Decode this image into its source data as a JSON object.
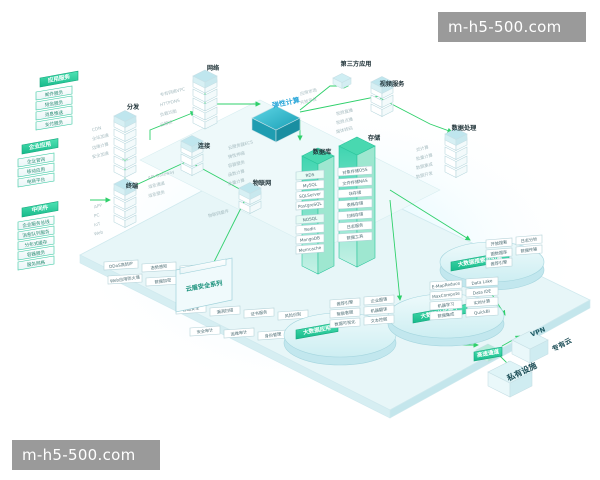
{
  "watermarks": {
    "top": "m-h5-500.com",
    "bottom": "m-h5-500.com"
  },
  "left_groups": [
    {
      "title": "应用服务",
      "items": [
        "邮件服务",
        "短信服务",
        "消息推送",
        "支付服务"
      ]
    },
    {
      "title": "企业应用",
      "items": [
        "企业官网",
        "移动应用",
        "电商平台"
      ]
    },
    {
      "title": "中间件",
      "items": [
        "企业服务总线",
        "消息队列服务",
        "分布式缓存",
        "容器服务",
        "服务网格"
      ]
    }
  ],
  "tower_labels": {
    "network": "网络",
    "distribution": "分发",
    "connection": "连接",
    "terminal": "终端",
    "iot": "物联网",
    "third_party": "第三方应用",
    "video": "视频服务",
    "data_processing": "数据处理",
    "elastic_compute": "弹性计算",
    "database": "数据库",
    "storage": "存储"
  },
  "blurred_labels": {
    "network": [
      "专有网络VPC",
      "HTTPDNS",
      "负载均衡",
      "云解析"
    ],
    "distribution": [
      "CDN",
      "全站加速",
      "边缘计算",
      "安全加速"
    ],
    "connection": [
      "API Gateway",
      "消息通道",
      "消息服务"
    ],
    "terminal": [
      "APP",
      "PC",
      "IoT",
      "Web"
    ],
    "iot": [
      "物联网套件"
    ],
    "video": [
      "视频直播",
      "视频点播",
      "媒体转码"
    ],
    "data_processing": [
      "流计算",
      "批量计算",
      "数据集成",
      "数据开发"
    ],
    "elastic_compute": [
      "云服务器ECS",
      "弹性伸缩",
      "容器服务",
      "函数计算",
      "批量计算"
    ],
    "database": [
      "RDS",
      "MySQL",
      "SQLServer",
      "PostgreSQL",
      "NOSQL",
      "Redis",
      "MongoDB",
      "Memcache"
    ],
    "storage": [
      "对象存储OSS",
      "文件存储NAS",
      "块存储",
      "表格存储",
      "归档存储",
      "日志服务",
      "数据工具"
    ],
    "third_party": [
      "应用市场",
      "开放平台"
    ]
  },
  "platform_rows": {
    "row1": [
      "DDoS高防IP",
      "态势感知",
      "网络防火墙"
    ],
    "row2": [
      "Web应用防火墙",
      "数据加密",
      "主机安全"
    ],
    "row3": [
      "移动安全",
      "漏洞扫描",
      "证书服务",
      "风险识别"
    ],
    "row4": [
      "安全审计",
      "运维审计",
      "身份管理",
      "访问控制",
      "内容安全",
      "云盾服务"
    ]
  },
  "platform_panel_title": "云盾安全系列",
  "pods": {
    "big_data_apps": {
      "title": "大数据应用",
      "items": [
        "推荐引擎",
        "企业图谱",
        "智能客服",
        "机器翻译",
        "数据可视化",
        "文本挖掘"
      ]
    },
    "big_data_analytics": {
      "title": "大数据分析加工",
      "items": [
        "E-MapReduce",
        "Data Lake",
        "MaxCompute",
        "Data IDE",
        "机器学习",
        "实时计算",
        "数据集成",
        "QuickBI"
      ]
    },
    "big_data_search": {
      "title": "大数据搜索及引擎",
      "items": [
        "开放搜索",
        "日志分析",
        "图数据库",
        "数据传输",
        "推荐引擎"
      ]
    }
  },
  "bottom_right": {
    "vpn": "VPN",
    "private_cloud": "专有云",
    "express_channel": "高速通道",
    "private_facilities": "私有设施"
  },
  "colors": {
    "accent": "#2fd3a1",
    "accent_dark": "#16b183",
    "teal": "#1fb6c6",
    "link": "#2fd06b",
    "platform": "#e7f6f8",
    "platform_edge": "#cfe9ee",
    "tile": "#f7fbfc",
    "tile_stroke": "#c7dfe5"
  }
}
